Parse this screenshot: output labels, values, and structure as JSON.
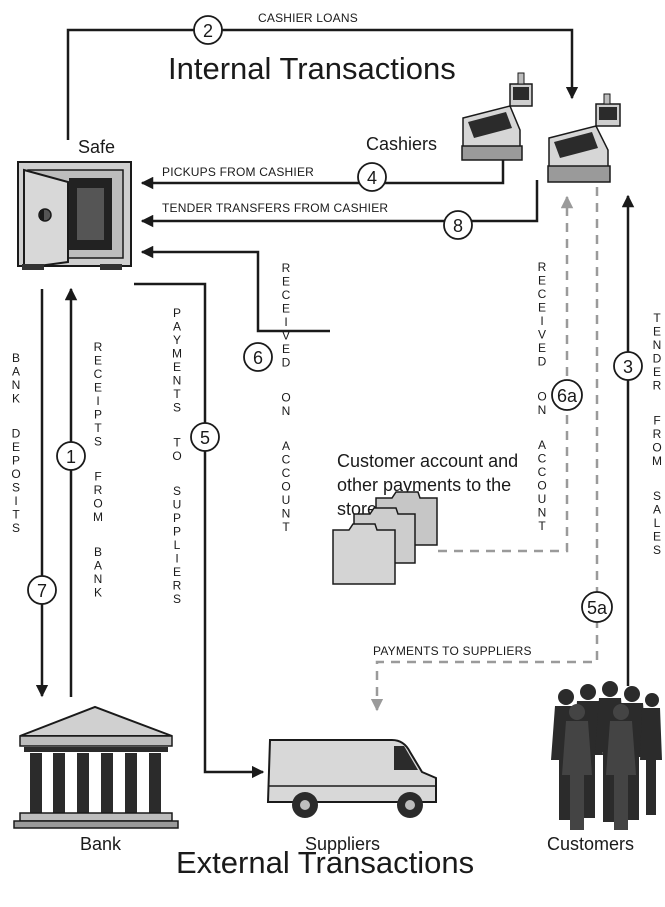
{
  "headings": {
    "internal": "Internal Transactions",
    "external": "External Transactions"
  },
  "entities": {
    "safe": "Safe",
    "cashiers": "Cashiers",
    "bank": "Bank",
    "suppliers": "Suppliers",
    "customers": "Customers",
    "payments_note": [
      "Customer account and",
      "other payments to the",
      "store"
    ]
  },
  "flows": {
    "cashier_loans": {
      "num": "2",
      "label": "CASHIER LOANS"
    },
    "pickups": {
      "num": "4",
      "label": "PICKUPS FROM CASHIER"
    },
    "tender_transfers": {
      "num": "8",
      "label": "TENDER TRANSFERS FROM CASHIER"
    },
    "receipts_from_bank": {
      "num": "1",
      "label": "RECEIPTS FROM BANK"
    },
    "bank_deposits": {
      "num": "7",
      "label": "BANK DEPOSITS"
    },
    "payments_suppliers": {
      "num": "5",
      "label": "PAYMENTS TO SUPPLIERS"
    },
    "received_account": {
      "num": "6",
      "label": "RECEIVED ON ACCOUNT"
    },
    "received_account_a": {
      "num": "6a",
      "label": "RECEIVED ON ACCOUNT"
    },
    "tender_sales": {
      "num": "3",
      "label": "TENDER FROM SALES"
    },
    "payments_suppliers_a": {
      "num": "5a",
      "label": "PAYMENTS TO SUPPLIERS"
    }
  },
  "colors": {
    "line": "#1a1a1a",
    "dashed": "#9a9a9a",
    "icon_fill": "#bdbdbd",
    "icon_dark": "#2b2b2b"
  },
  "icons": [
    "safe-icon",
    "cash-register-icon",
    "bank-icon",
    "van-icon",
    "folders-icon",
    "crowd-icon"
  ]
}
